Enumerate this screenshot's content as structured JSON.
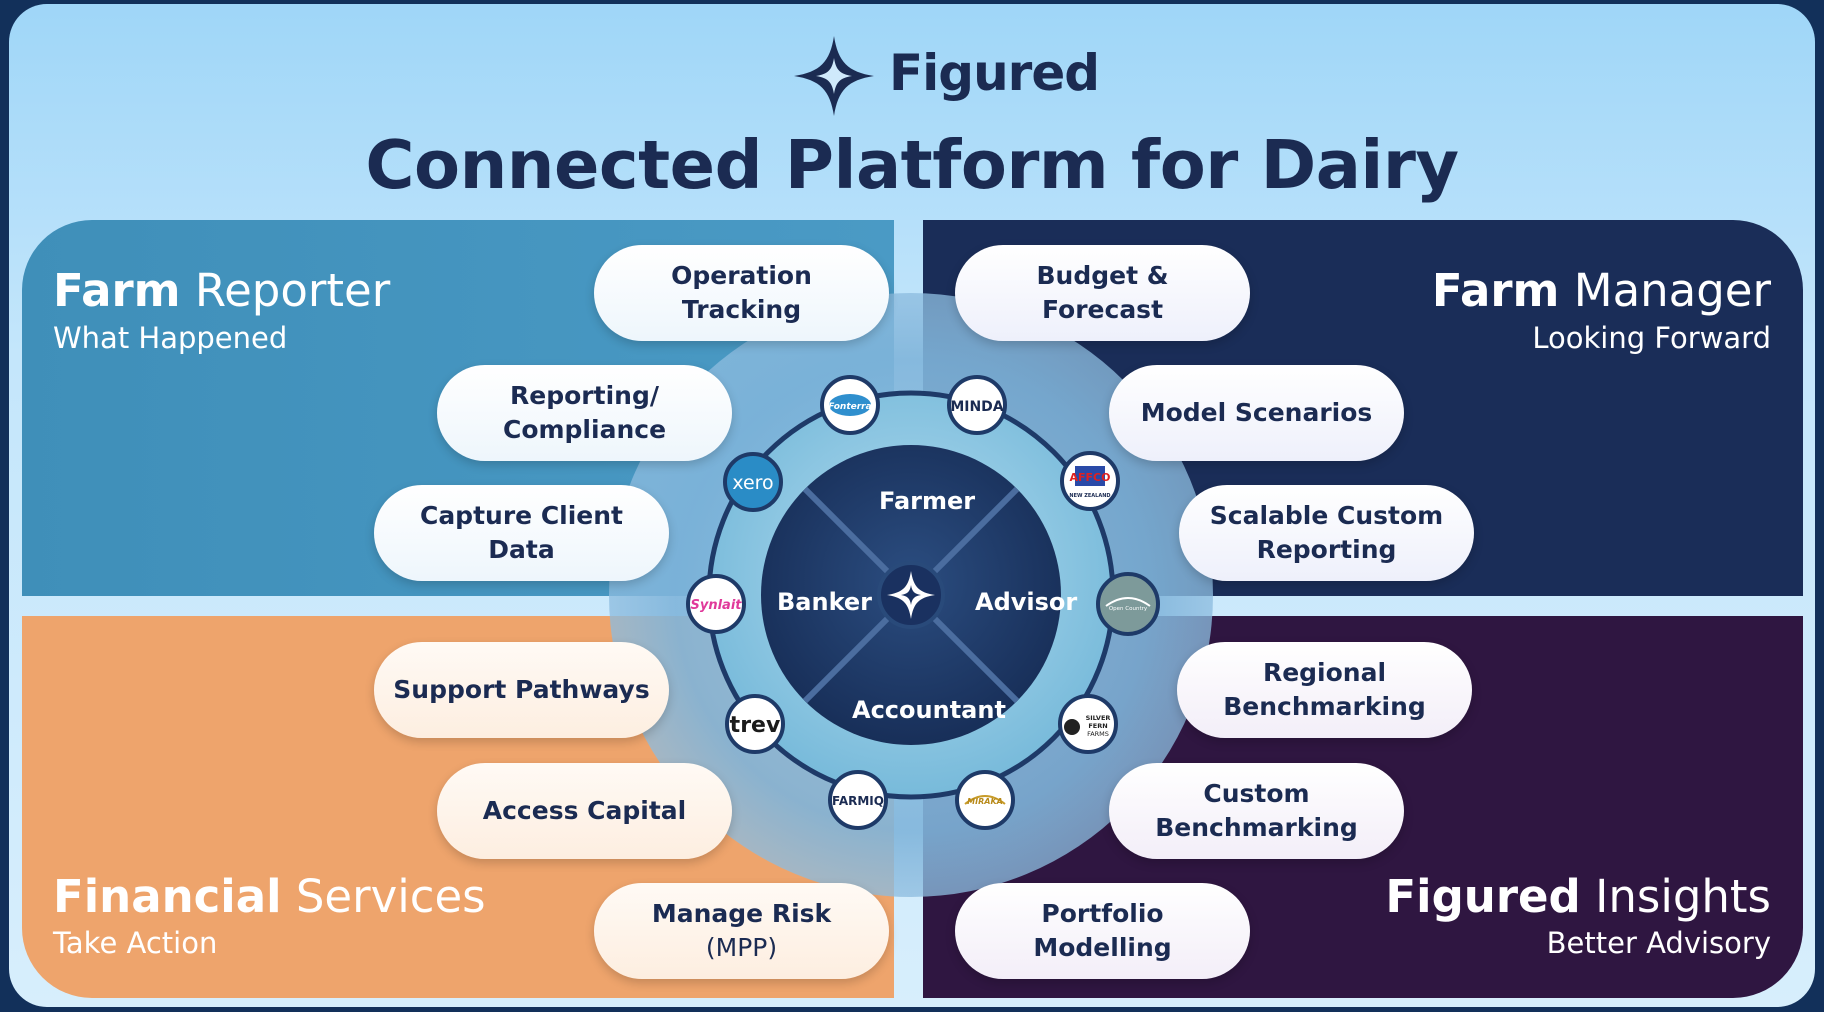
{
  "brand": {
    "name": "Figured"
  },
  "title": "Connected Platform for Dairy",
  "quadrants": {
    "farm_reporter": {
      "title_bold": "Farm",
      "title_rest": "Reporter",
      "subtitle": "What Happened"
    },
    "farm_manager": {
      "title_bold": "Farm",
      "title_rest": "Manager",
      "subtitle": "Looking Forward"
    },
    "financial_services": {
      "title_bold": "Financial",
      "title_rest": "Services",
      "subtitle": "Take Action"
    },
    "figured_insights": {
      "title_bold": "Figured",
      "title_rest": "Insights",
      "subtitle": "Better Advisory"
    }
  },
  "pills": {
    "operation_tracking": "Operation Tracking",
    "reporting_compliance": [
      "Reporting/",
      "Compliance"
    ],
    "capture_client_data": [
      "Capture Client",
      "Data"
    ],
    "budget_forecast": [
      "Budget &",
      "Forecast"
    ],
    "model_scenarios": "Model Scenarios",
    "scalable_custom_reporting": [
      "Scalable Custom",
      "Reporting"
    ],
    "support_pathways": "Support Pathways",
    "access_capital": "Access Capital",
    "manage_risk": [
      "Manage Risk",
      "(MPP)"
    ],
    "regional_benchmarking": [
      "Regional",
      "Benchmarking"
    ],
    "custom_benchmarking": [
      "Custom",
      "Benchmarking"
    ],
    "portfolio_modelling": [
      "Portfolio",
      "Modelling"
    ]
  },
  "roles": {
    "top": "Farmer",
    "left": "Banker",
    "right": "Advisor",
    "bottom": "Accountant"
  },
  "partners": {
    "fonterra": "Fonterra",
    "minda": "MINDA",
    "affco": "AFFCO",
    "affco_sub": "NEW ZEALAND",
    "xero": "xero",
    "synlait": "Synlait",
    "open_country": "Open Country",
    "trev": "trev",
    "silver_fern": [
      "SILVER",
      "FERN",
      "FARMS"
    ],
    "farmiq": "FARMIQ",
    "miraka": "MIRAKA"
  },
  "colors": {
    "navy_text": "#1b2b52",
    "farm_reporter": "#4796c2",
    "farm_manager": "#1a2d58",
    "financial_services": "#eea46c",
    "figured_insights": "#2f1641",
    "hub_core": "#1e3a68"
  }
}
